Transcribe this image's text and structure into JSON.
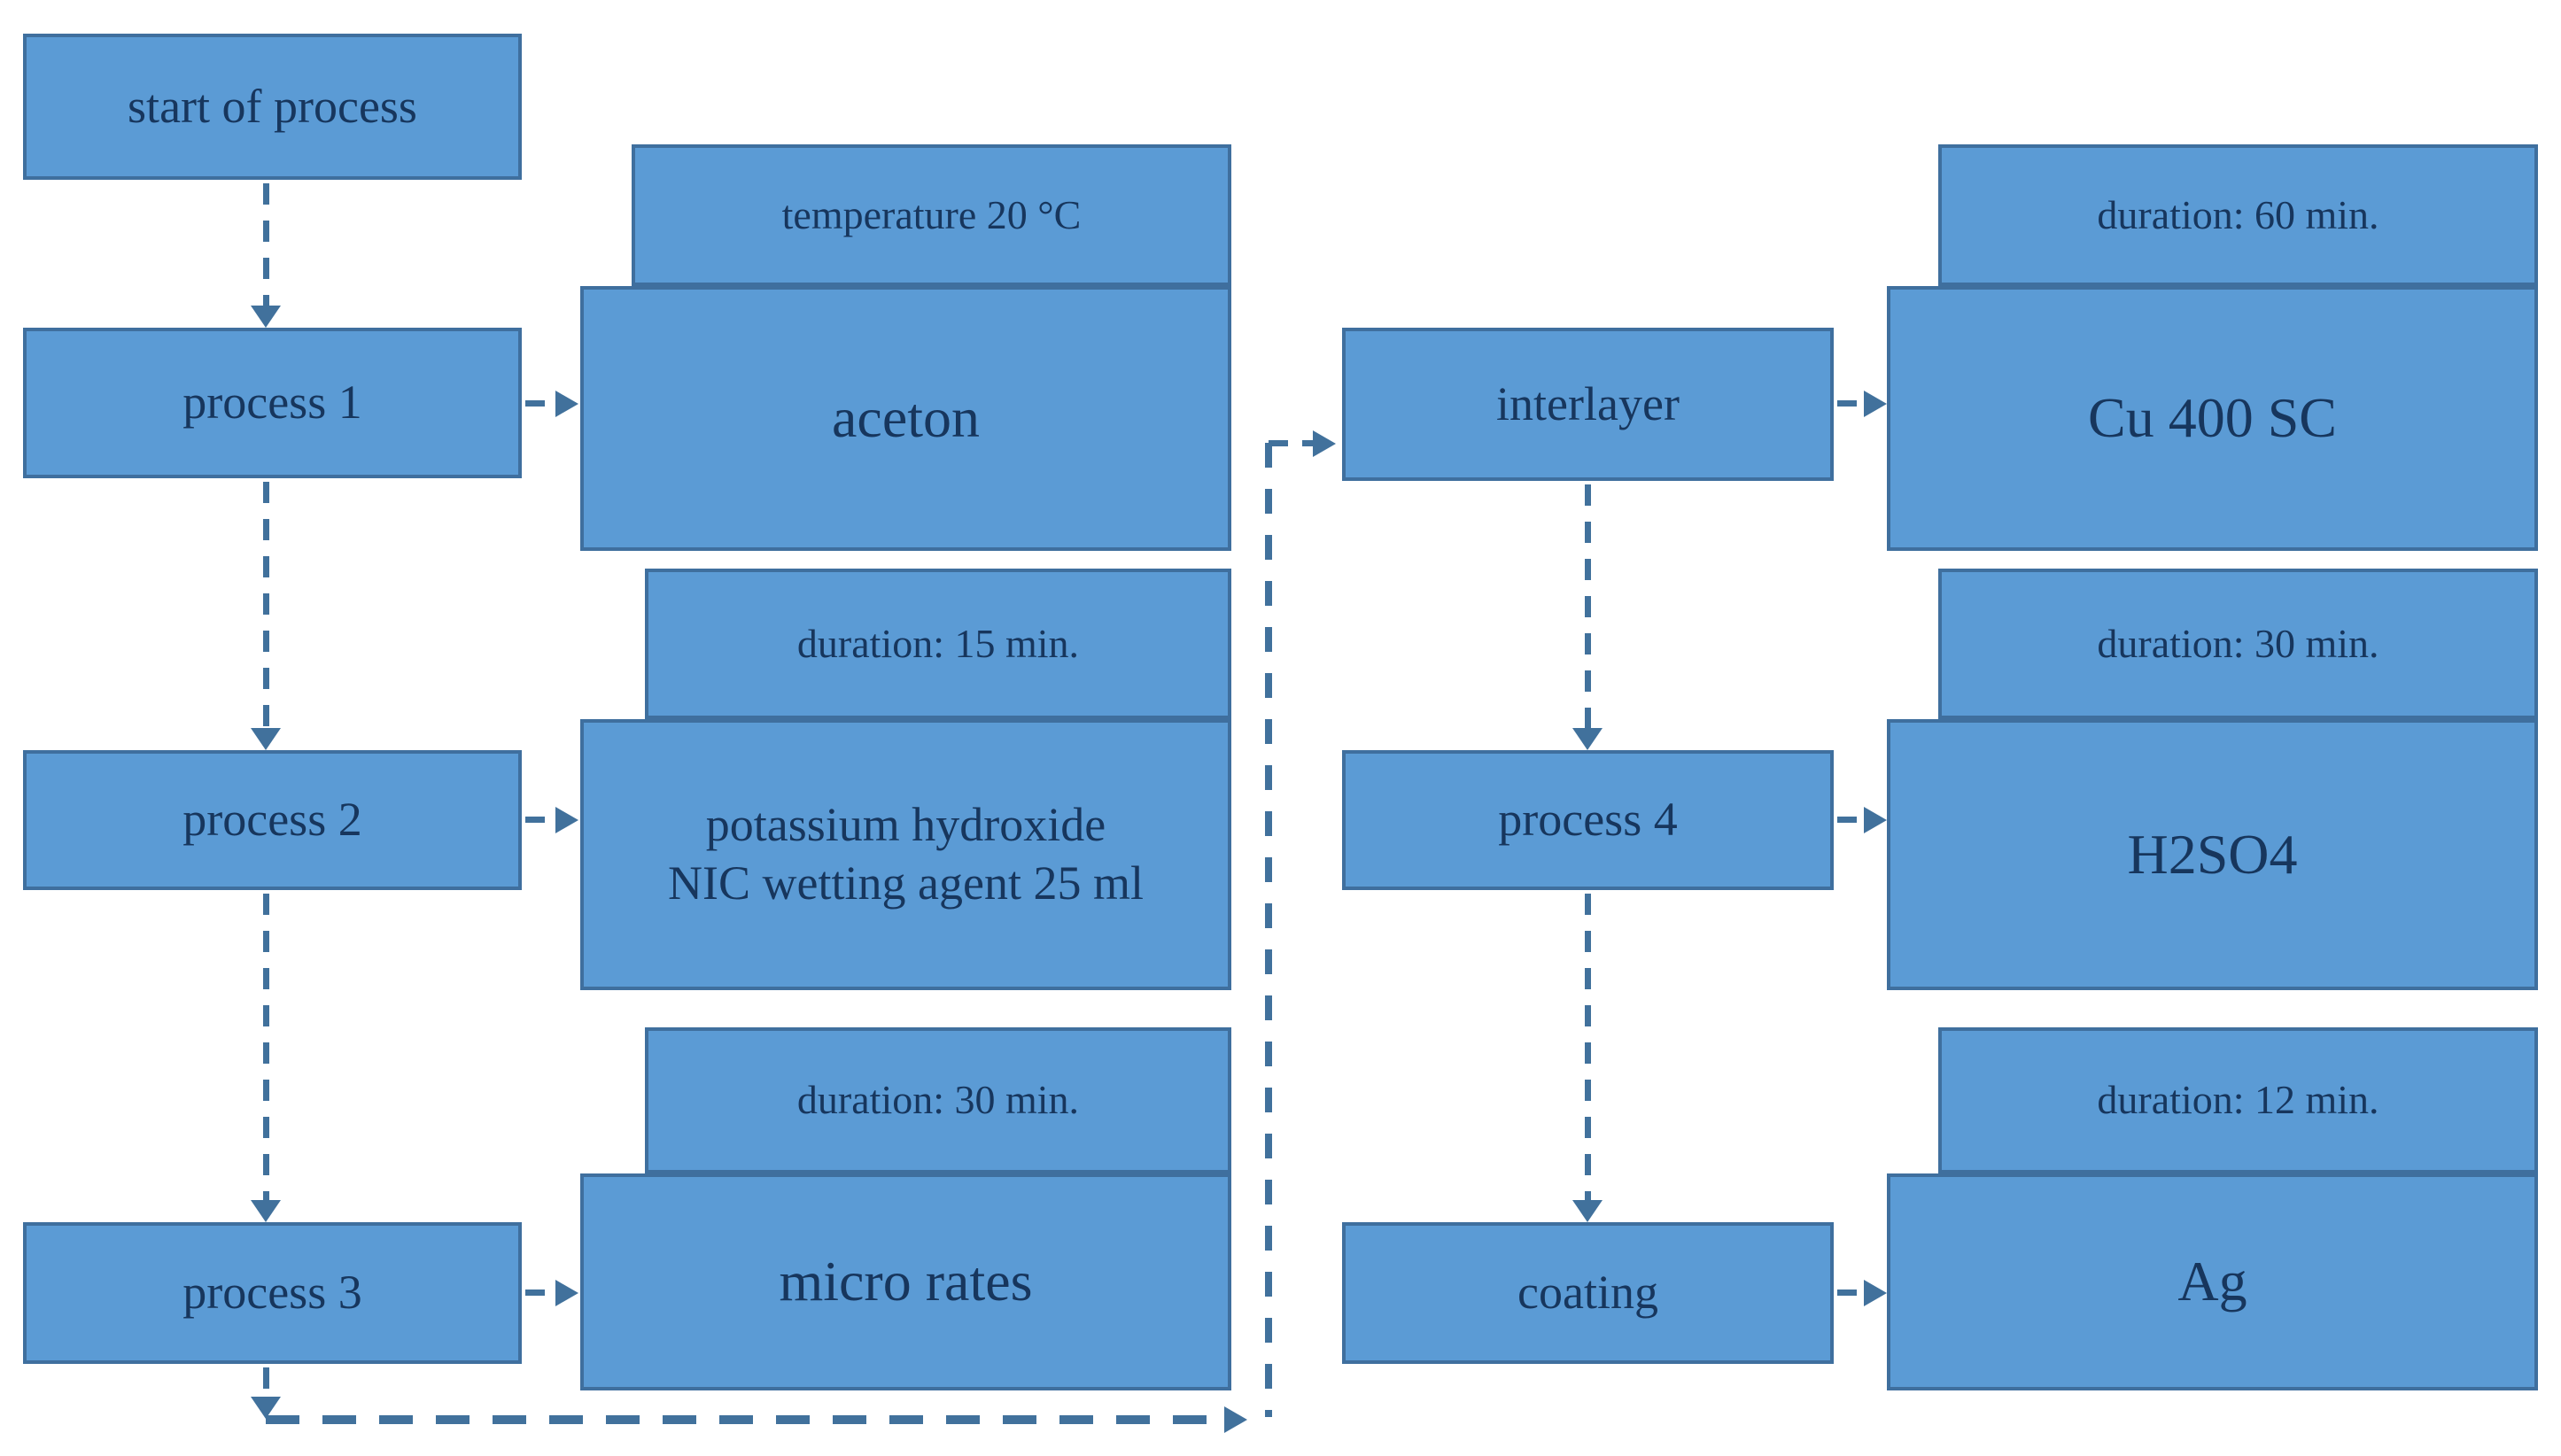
{
  "colors": {
    "box_fill": "#5b9bd5",
    "box_border": "#3f6f9e",
    "text": "#17365d",
    "connector": "#41719c",
    "background": "#ffffff"
  },
  "flow": {
    "start_label": "start of process",
    "left_steps": [
      {
        "name": "process 1",
        "detail_header": "temperature 20 °C",
        "detail_body": "aceton"
      },
      {
        "name": "process 2",
        "detail_header": "duration: 15 min.",
        "detail_body": "potassium hydroxide\nNIC wetting agent 25 ml"
      },
      {
        "name": "process 3",
        "detail_header": "duration: 30 min.",
        "detail_body": "micro rates"
      }
    ],
    "right_steps": [
      {
        "name": "interlayer",
        "detail_header": "duration: 60 min.",
        "detail_body": "Cu 400 SC"
      },
      {
        "name": "process 4",
        "detail_header": "duration: 30 min.",
        "detail_body": "H2SO4"
      },
      {
        "name": "coating",
        "detail_header": "duration: 12 min.",
        "detail_body": "Ag"
      }
    ]
  }
}
